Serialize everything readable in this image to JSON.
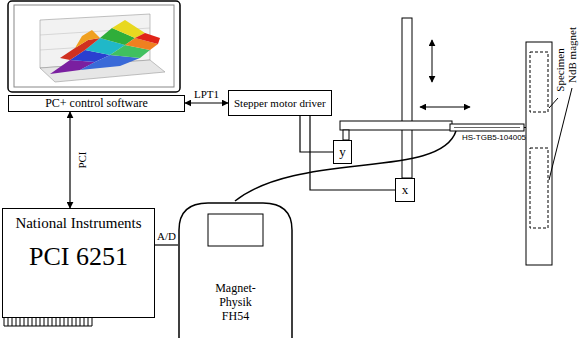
{
  "diagram": {
    "nodes": [
      {
        "text": [
          "PC+ control software"
        ]
      },
      {
        "text": [
          "Stepper motor driver"
        ]
      },
      {
        "text": [
          "National Instruments",
          "PCI 6251"
        ]
      },
      {
        "text": [
          "Magnet- Physik FH54"
        ]
      },
      {
        "text": [
          "y"
        ]
      },
      {
        "text": [
          "x"
        ]
      }
    ],
    "edges": [
      {
        "from": 0,
        "to": 1,
        "label": "LPT1",
        "arrow": "both"
      },
      {
        "from": 0,
        "to": 2,
        "label": "PCI",
        "arrow": "both"
      },
      {
        "from": 2,
        "to": 3,
        "label": "A/D",
        "arrow": "none"
      },
      {
        "from": 1,
        "to": 4,
        "arrow": "none"
      },
      {
        "from": 1,
        "to": 5,
        "arrow": "none"
      }
    ],
    "labels": [
      "HS-TGB5-104005",
      "Specimen",
      "NdB magnet"
    ]
  }
}
